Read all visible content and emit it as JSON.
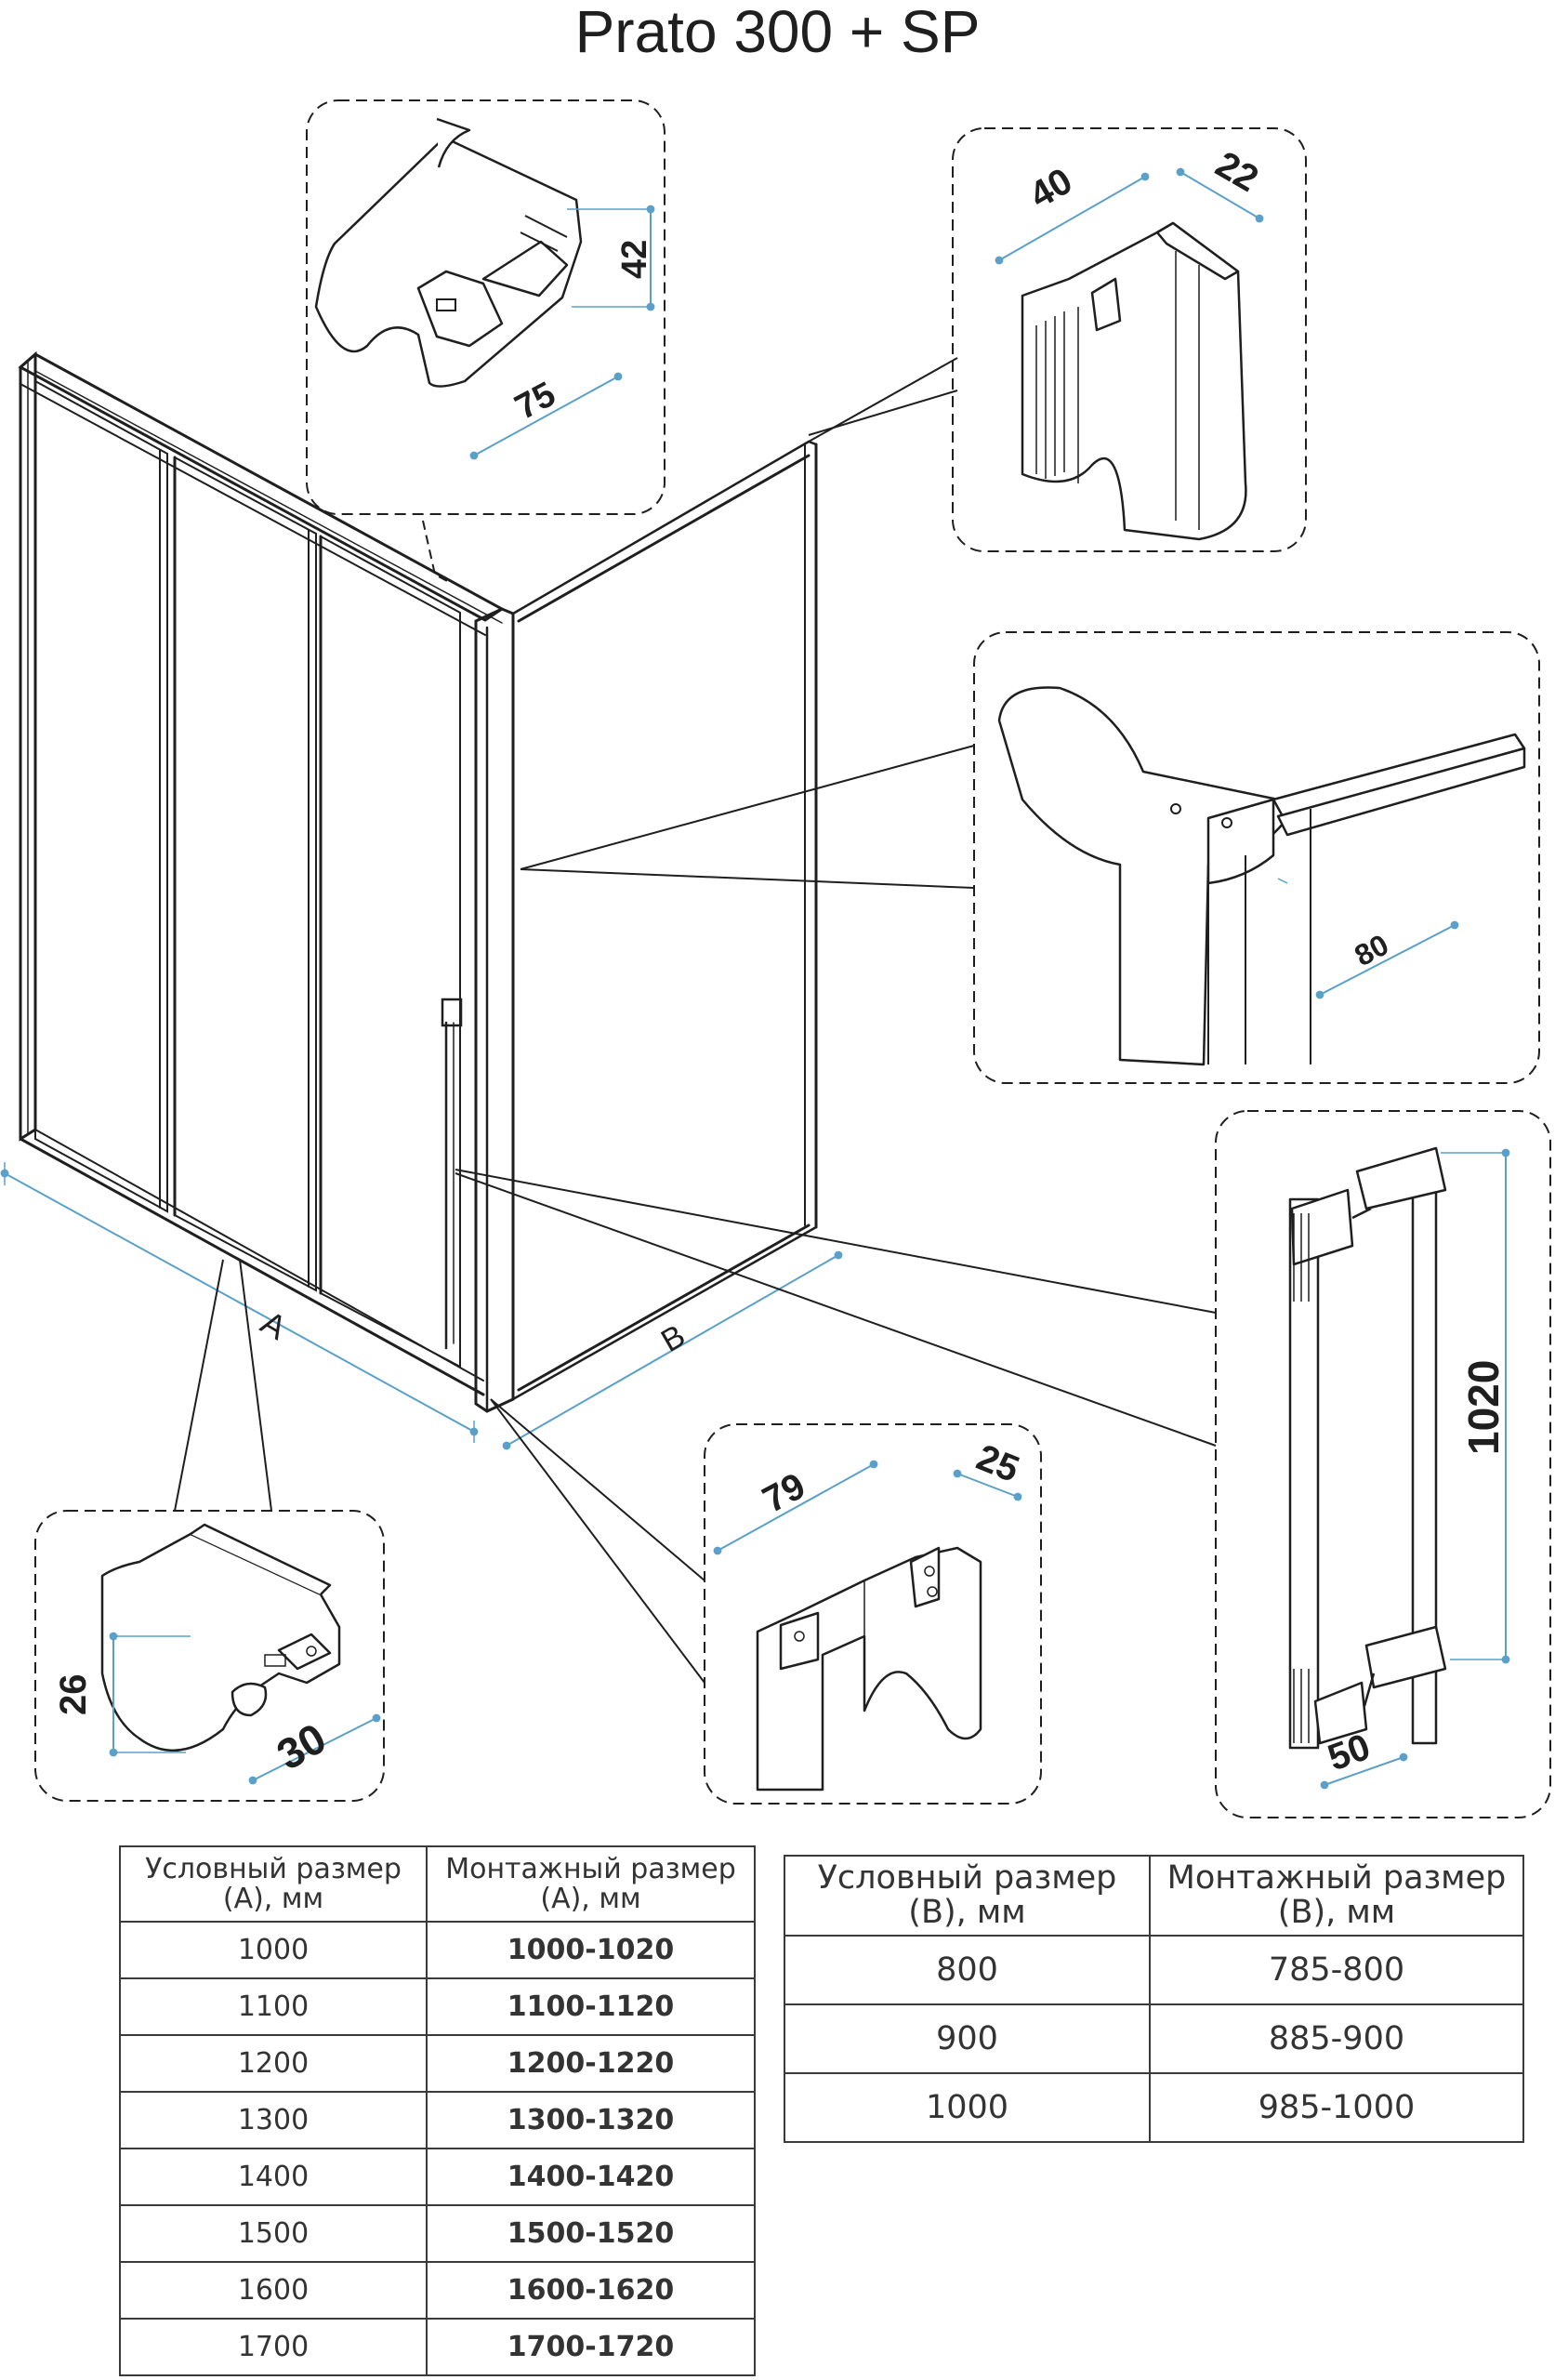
{
  "title": "Prato 300 + SP",
  "dimensions": {
    "top_profile_width": "75",
    "top_profile_height": "42",
    "wall_profile_width": "40",
    "wall_profile_depth": "22",
    "corner_profile_depth": "80",
    "handle_length": "1020",
    "handle_depth": "50",
    "bottom_left_height": "26",
    "bottom_left_width": "30",
    "bottom_right_width": "79",
    "bottom_right_depth": "25",
    "side_a": "A",
    "side_b": "B"
  },
  "table_a": {
    "headers": [
      "Условный размер (А), мм",
      "Монтажный размер (А), мм"
    ],
    "rows": [
      [
        "1000",
        "1000-1020"
      ],
      [
        "1100",
        "1100-1120"
      ],
      [
        "1200",
        "1200-1220"
      ],
      [
        "1300",
        "1300-1320"
      ],
      [
        "1400",
        "1400-1420"
      ],
      [
        "1500",
        "1500-1520"
      ],
      [
        "1600",
        "1600-1620"
      ],
      [
        "1700",
        "1700-1720"
      ]
    ]
  },
  "table_b": {
    "headers": [
      "Условный размер (В), мм",
      "Монтажный размер (В), мм"
    ],
    "rows": [
      [
        "800",
        "785-800"
      ],
      [
        "900",
        "885-900"
      ],
      [
        "1000",
        "985-1000"
      ]
    ]
  }
}
